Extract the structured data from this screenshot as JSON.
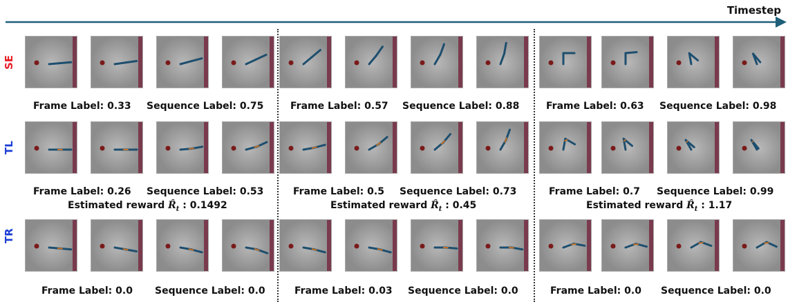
{
  "header": {
    "timestep_label": "Timestep"
  },
  "rows": [
    {
      "label": "SE",
      "color": "#e8202a",
      "groups": [
        {
          "frame_label": "Frame Label: 0.33",
          "sequence_label": "Sequence Label: 0.75"
        },
        {
          "frame_label": "Frame Label: 0.57",
          "sequence_label": "Sequence Label: 0.88"
        },
        {
          "frame_label": "Frame Label: 0.63",
          "sequence_label": "Sequence Label: 0.98"
        }
      ]
    },
    {
      "label": "TL",
      "color": "#1c3fd6",
      "groups": [
        {
          "frame_label": "Frame Label: 0.26",
          "sequence_label": "Sequence Label: 0.53",
          "reward_prefix": "Estimated reward",
          "reward_value": ": 0.1492"
        },
        {
          "frame_label": "Frame Label: 0.5",
          "sequence_label": "Sequence Label: 0.73",
          "reward_prefix": "Estimated reward",
          "reward_value": ": 0.45"
        },
        {
          "frame_label": "Frame Label: 0.7",
          "sequence_label": "Sequence Label: 0.99",
          "reward_prefix": "Estimated reward",
          "reward_value": ": 1.17"
        }
      ]
    },
    {
      "label": "TR",
      "color": "#1c3fd6",
      "groups": [
        {
          "frame_label": "Frame Label: 0.0",
          "sequence_label": "Sequence Label: 0.0"
        },
        {
          "frame_label": "Frame Label: 0.03",
          "sequence_label": "Sequence Label: 0.0"
        },
        {
          "frame_label": "Frame Label: 0.0",
          "sequence_label": "Sequence Label: 0.0"
        }
      ]
    }
  ],
  "colors": {
    "arrow": "#1f5f7a",
    "frame_bg": "#9c9c9c",
    "wall": "#7a3a4e",
    "target": "#7a1a1a",
    "arm": "#1d4e6e",
    "arm_highlight": "#c8742a"
  }
}
